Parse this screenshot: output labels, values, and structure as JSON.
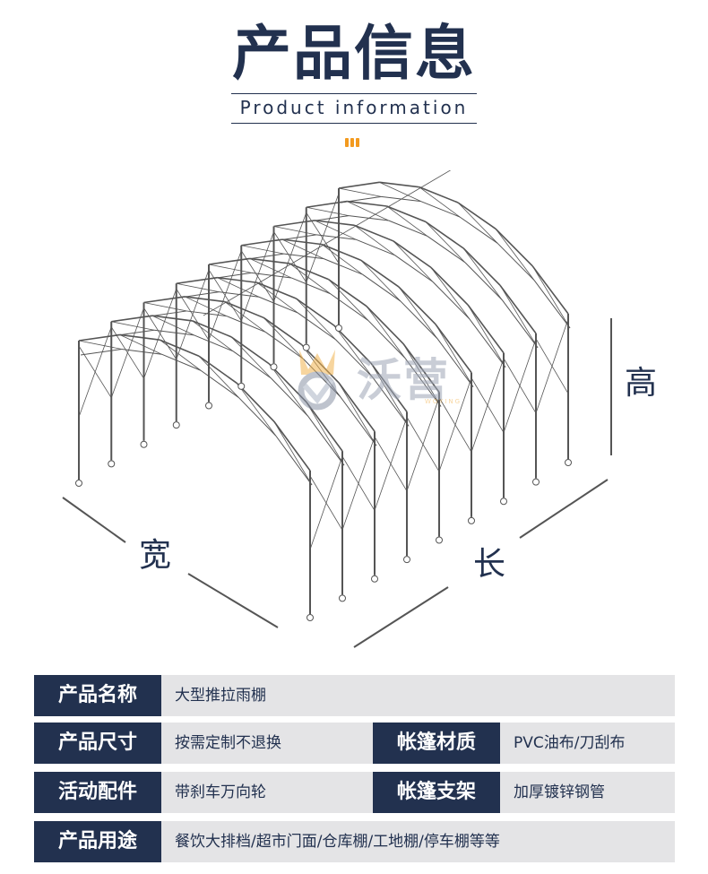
{
  "header": {
    "title": "产品信息",
    "subtitle": "Product information"
  },
  "diagram": {
    "height_label": "高",
    "width_label": "宽",
    "length_label": "长",
    "watermark": "沃营",
    "watermark_sub": "WOYING"
  },
  "specs": {
    "rows": [
      [
        {
          "label": "产品名称",
          "value": "大型推拉雨棚"
        }
      ],
      [
        {
          "label": "产品尺寸",
          "value": "按需定制不退换"
        },
        {
          "label": "帐篷材质",
          "value": "PVC油布/刀刮布"
        }
      ],
      [
        {
          "label": "活动配件",
          "value": "带刹车万向轮"
        },
        {
          "label": "帐篷支架",
          "value": "加厚镀锌钢管"
        }
      ],
      [
        {
          "label": "产品用途",
          "value": "餐饮大排档/超市门面/仓库棚/工地棚/停车棚等等"
        }
      ]
    ]
  },
  "colors": {
    "navy": "#22314f",
    "accent": "#f39a1f",
    "row_bg": "#e4e4e6",
    "frame": "#555555"
  }
}
